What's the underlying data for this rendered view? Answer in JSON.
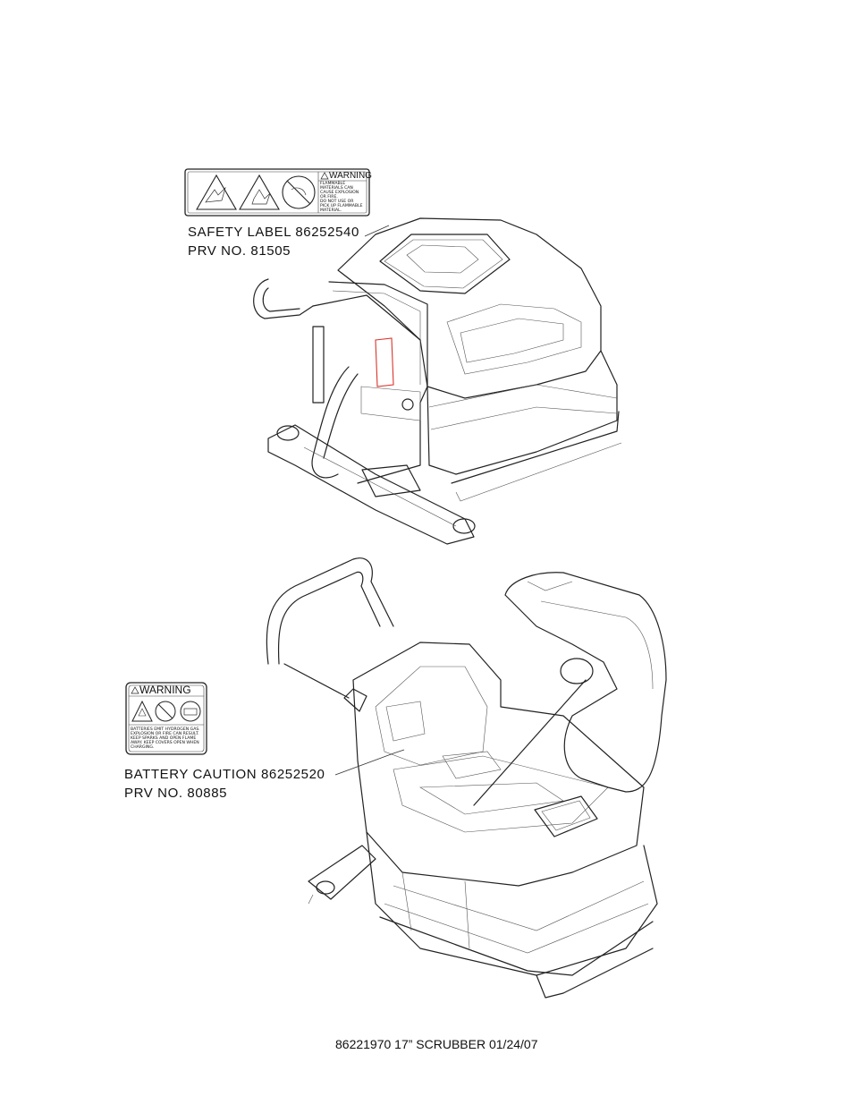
{
  "labels": {
    "safety": {
      "line1": "SAFETY LABEL 86252540",
      "line2": "PRV NO. 81505",
      "decal": {
        "heading": "WARNING",
        "text": [
          "FLAMMABLE",
          "MATERIALS CAN",
          "CAUSE EXPLOSION",
          "OR FIRE.",
          "DO NOT USE OR",
          "PICK UP FLAMMABLE",
          "MATERIAL."
        ]
      }
    },
    "battery": {
      "line1": "BATTERY CAUTION 86252520",
      "line2": "PRV NO. 80885",
      "decal": {
        "heading": "WARNING",
        "text": [
          "BATTERIES EMIT HYDROGEN GAS.",
          "EXPLOSION OR FIRE CAN RESULT.",
          "KEEP SPARKS AND OPEN FLAME",
          "AWAY. KEEP COVERS OPEN WHEN",
          "CHARGING."
        ]
      }
    }
  },
  "footer": {
    "text": "86221970  17” SCRUBBER  01/24/07"
  }
}
